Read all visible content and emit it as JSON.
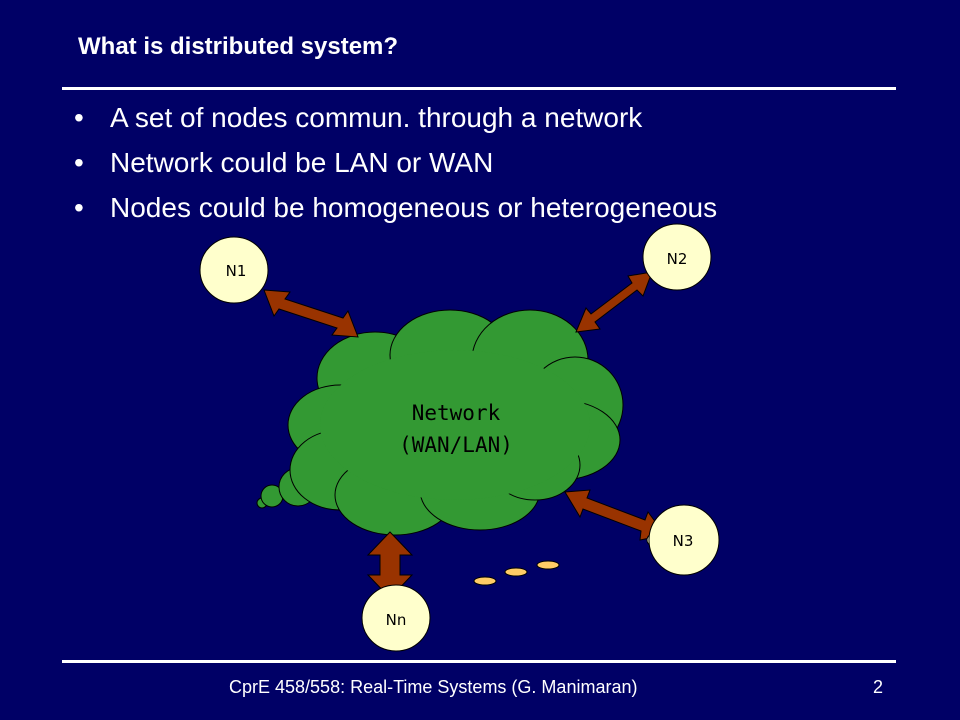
{
  "slide": {
    "title": "What is distributed system?",
    "bullets": [
      "A set of nodes commun. through a network",
      "Network could be LAN or WAN",
      "Nodes could be homogeneous or heterogeneous"
    ]
  },
  "diagram": {
    "network_line1": "Network",
    "network_line2": "(WAN/LAN)",
    "nodes": [
      "N1",
      "N2",
      "N3",
      "Nn"
    ],
    "colors": {
      "background": "#000066",
      "cloud": "#339933",
      "arrow": "#993300",
      "node": "#ffffcc",
      "dots": "#ffcc66"
    }
  },
  "footer": {
    "course": "CprE 458/558: Real-Time Systems (G. Manimaran)",
    "page_number": "2"
  }
}
